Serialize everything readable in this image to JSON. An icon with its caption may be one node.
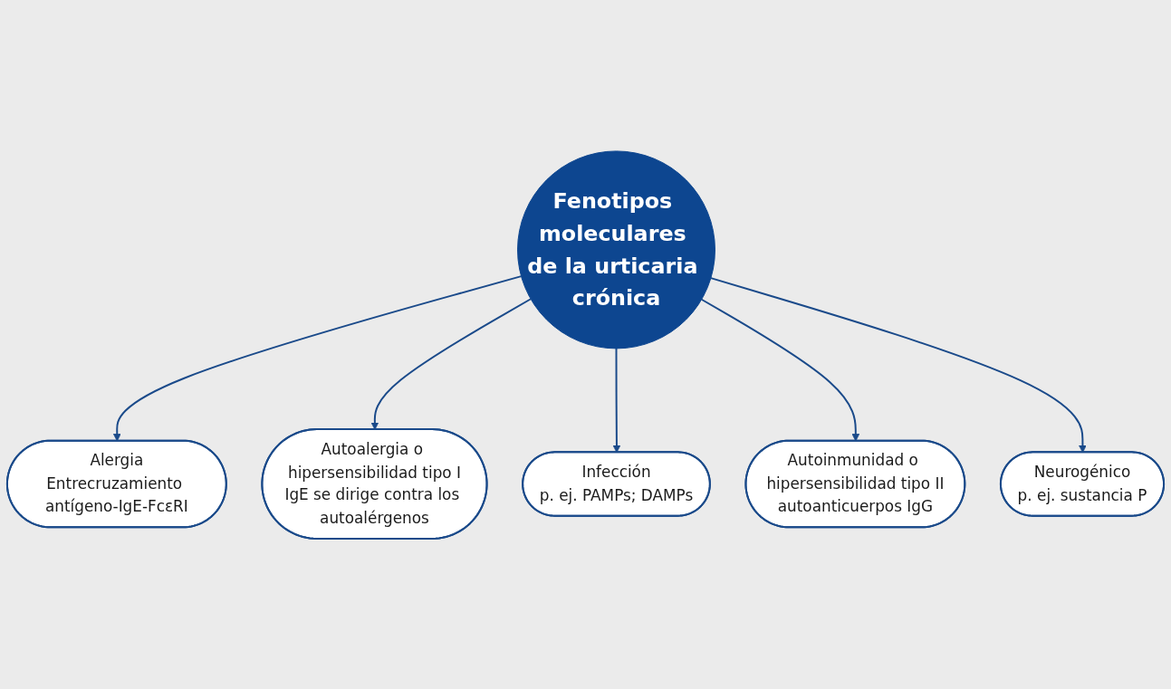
{
  "diagram": {
    "nodes": [
      {
        "text": [
          "Alergia",
          "Entrecruzamiento antígeno-IgE-FcεRI"
        ]
      },
      {
        "text": [
          "Autoalergia o hipersensibilidad tipo I",
          "IgE se dirige contra los autoalérgenos"
        ]
      },
      {
        "text": [
          "Fenotipos moleculares de la urticaria crónica"
        ]
      },
      {
        "text": [
          "Infección",
          "p. ej. PAMPs; DAMPs"
        ]
      },
      {
        "text": [
          "Autoinmunidad o hipersensibilidad tipo II",
          "autoanticuerpos IgG"
        ]
      },
      {
        "text": [
          "Neurogénico",
          "p. ej. sustancia P"
        ]
      }
    ],
    "edges": [
      {
        "from": 2,
        "to": 0,
        "arrow": "to"
      },
      {
        "from": 2,
        "to": 1,
        "arrow": "to"
      },
      {
        "from": 2,
        "to": 3,
        "arrow": "to"
      },
      {
        "from": 2,
        "to": 4,
        "arrow": "to"
      },
      {
        "from": 2,
        "to": 5,
        "arrow": "to"
      }
    ]
  }
}
